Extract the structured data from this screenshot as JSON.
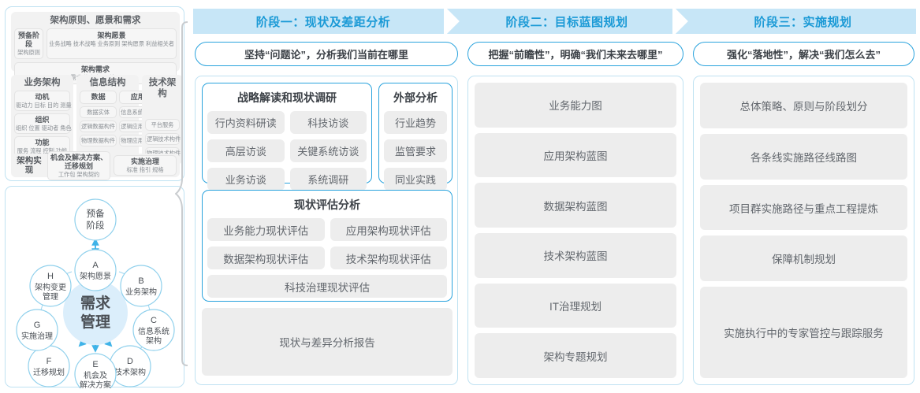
{
  "left_panel": {
    "togaf": {
      "block_a": {
        "title": "架构原则、愿景和需求",
        "row": [
          {
            "title": "预备阶段",
            "sub": "架构原则"
          },
          {
            "title": "架构愿景",
            "sub": "业务战略 技术战略 业务原则 架构愿景 利益相关者"
          }
        ],
        "wide": {
          "title": "架构需求",
          "sub": "需求  约束  假设  差距"
        }
      },
      "columns": [
        {
          "title": "业务架构",
          "items": [
            {
              "title": "动机",
              "sub": "驱动力 目标 目的 测量"
            },
            {
              "title": "组织",
              "sub": "组织 位置 驱动者 角色"
            },
            {
              "title": "功能",
              "sub": "服务 流程 控制 功能"
            }
          ]
        },
        {
          "title": "信息结构",
          "left_items": [
            "数据",
            "数据实体",
            "逻辑数据构件",
            "物理数据构件"
          ],
          "right_items": [
            "应用",
            "信息系统服务",
            "逻辑应用构件",
            "物理应用构件"
          ]
        },
        {
          "title": "技术架构",
          "items": [
            "平台服务",
            "逻辑技术构件",
            "物理技术构件"
          ]
        }
      ],
      "bottom": {
        "label": "架构实现",
        "items": [
          {
            "title": "机会及解决方案、迁移规划",
            "sub": "工作包  架构契约"
          },
          {
            "title": "实施治理",
            "sub": "标准  指引  规格"
          }
        ]
      }
    },
    "cycle": {
      "center": "需求管理",
      "top": "预备阶段",
      "nodes": [
        {
          "key": "A",
          "label": "架构愿景"
        },
        {
          "key": "B",
          "label": "业务架构"
        },
        {
          "key": "C",
          "label": "信息系统架构"
        },
        {
          "key": "D",
          "label": "技术架构"
        },
        {
          "key": "E",
          "label": "机会及解决方案"
        },
        {
          "key": "F",
          "label": "迁移规划"
        },
        {
          "key": "G",
          "label": "实施治理"
        },
        {
          "key": "H",
          "label": "架构变更管理"
        }
      ]
    }
  },
  "phases": [
    {
      "band_title": "阶段一：现状及差距分析",
      "subtitle": "坚持“问题论”，分析我们当前在哪里",
      "groups": [
        {
          "title": "战略解读和现状调研",
          "chips": [
            "行内资料研读",
            "科技访谈",
            "高层访谈",
            "关键系统访谈",
            "业务访谈",
            "系统调研"
          ]
        },
        {
          "title": "外部分析",
          "chips": [
            "行业趋势",
            "监管要求",
            "同业实践"
          ]
        },
        {
          "title": "现状评估分析",
          "chips": [
            "业务能力现状评估",
            "应用架构现状评估",
            "数据架构现状评估",
            "技术架构现状评估"
          ],
          "full_chip": "科技治理现状评估"
        }
      ],
      "report": "现状与差异分析报告"
    },
    {
      "band_title": "阶段二：目标蓝图规划",
      "subtitle": "把握“前瞻性”，明确“我们未来去哪里”",
      "chips": [
        "业务能力图",
        "应用架构蓝图",
        "数据架构蓝图",
        "技术架构蓝图",
        "IT治理规划",
        "架构专题规划"
      ]
    },
    {
      "band_title": "阶段三：实施规划",
      "subtitle": "强化“落地性”，解决“我们怎么去”",
      "chips": [
        "总体策略、原则与阶段划分",
        "各条线实施路径线路图",
        "项目群实施路径与重点工程提炼",
        "保障机制规划",
        "实施执行中的专家管控与跟踪服务"
      ]
    }
  ],
  "colors": {
    "band": "#c7e6f7",
    "band_text": "#1b9ad6",
    "accent_border": "#2aa3dd",
    "soft_border": "#bfe2f2",
    "chip_bg": "#ededed"
  }
}
